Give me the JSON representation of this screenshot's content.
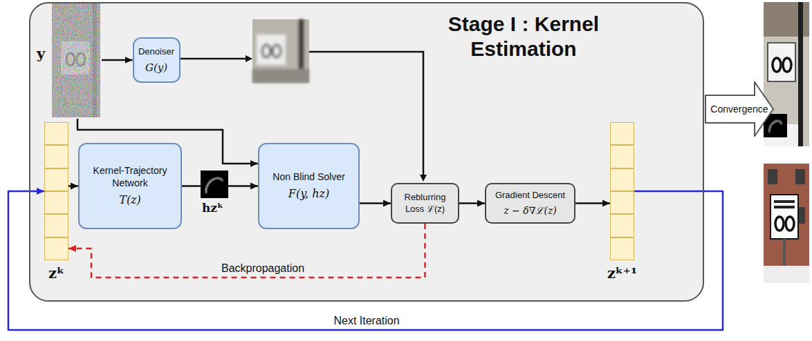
{
  "diagram": {
    "nodes": [
      {
        "text": [
          "Stage I : Kernel Estimation"
        ]
      },
      {
        "text": [
          "y"
        ],
        "in": 0
      },
      {
        "text": [
          "Denoiser",
          "G(y)"
        ],
        "in": 0
      },
      {
        "text": [
          "zᵏ"
        ],
        "in": 0
      },
      {
        "text": [
          "Kernel-Trajectory Network",
          "T(z)"
        ],
        "in": 0
      },
      {
        "text": [
          "Non Blind Solver",
          "F(y, hz)"
        ],
        "in": 0
      },
      {
        "text": [
          "Reblurring Loss ℒ(z)"
        ],
        "in": 0
      },
      {
        "text": [
          "Gradient Descent",
          "z − δ∇ℒ(z)"
        ],
        "in": 0
      },
      {
        "text": [
          "zᵏ⁺¹"
        ],
        "in": 0
      },
      {
        "text": [
          "Convergence"
        ]
      }
    ],
    "edges": [
      {
        "from": 1,
        "to": 2,
        "arrow": "to"
      },
      {
        "from": 1,
        "to": 5,
        "arrow": "to"
      },
      {
        "from": 3,
        "to": 4,
        "arrow": "to"
      },
      {
        "from": 4,
        "to": 5,
        "arrow": "to"
      },
      {
        "from": 5,
        "to": 6,
        "arrow": "to"
      },
      {
        "from": 6,
        "to": 7,
        "arrow": "to"
      },
      {
        "from": 7,
        "to": 8,
        "arrow": "to"
      },
      {
        "from": 6,
        "to": 3,
        "label": "Backpropagation",
        "arrow": "to"
      },
      {
        "from": 8,
        "to": 3,
        "label": "Next Iteration",
        "arrow": "to"
      }
    ],
    "labels": [
      "hzᵏ"
    ]
  }
}
